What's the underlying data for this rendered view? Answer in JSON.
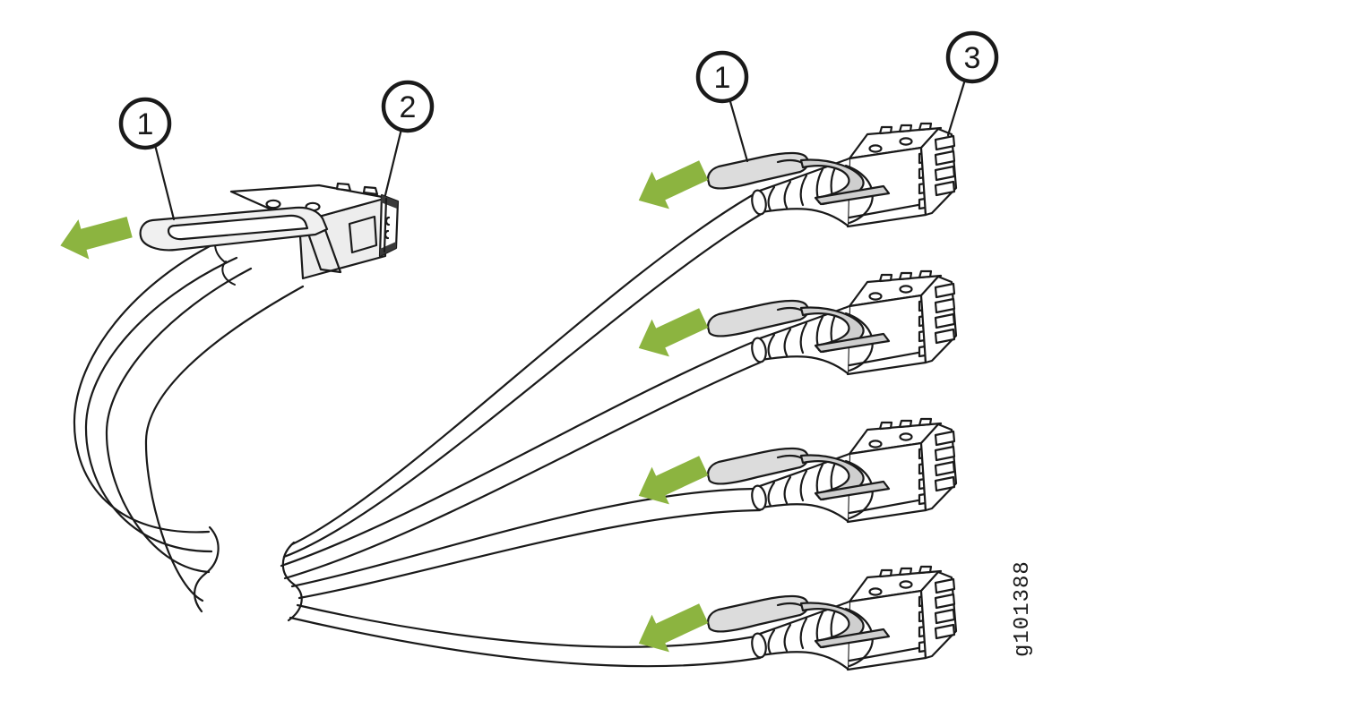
{
  "diagram": {
    "figure_id": "g101388",
    "callouts": {
      "host_tab": {
        "number": "1"
      },
      "host_connector": {
        "number": "2"
      },
      "breakout_tab": {
        "number": "1"
      },
      "breakout_connector": {
        "number": "3"
      }
    },
    "breakout_connector_count": 4,
    "removal_arrow_count": 5,
    "colors": {
      "line": "#1a1a1a",
      "arrow_green": "#8cb440",
      "tab_gray": "#dcdcdc",
      "strap_gray": "#cfcfcf",
      "ring_gray": "#f0f0f0",
      "shade_gray": "#ededed",
      "background": "#ffffff"
    }
  }
}
